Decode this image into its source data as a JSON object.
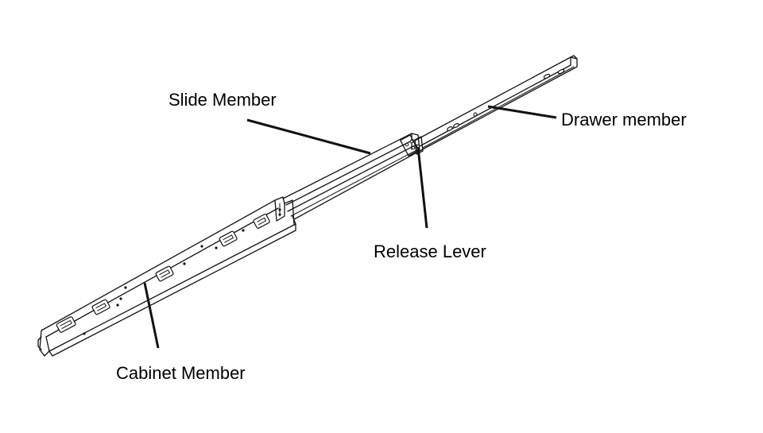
{
  "labels": {
    "slide_member": "Slide Member",
    "drawer_member": "Drawer member",
    "release_lever": "Release Lever",
    "cabinet_member": "Cabinet Member"
  },
  "colors": {
    "line": "#111111",
    "background": "#ffffff"
  }
}
